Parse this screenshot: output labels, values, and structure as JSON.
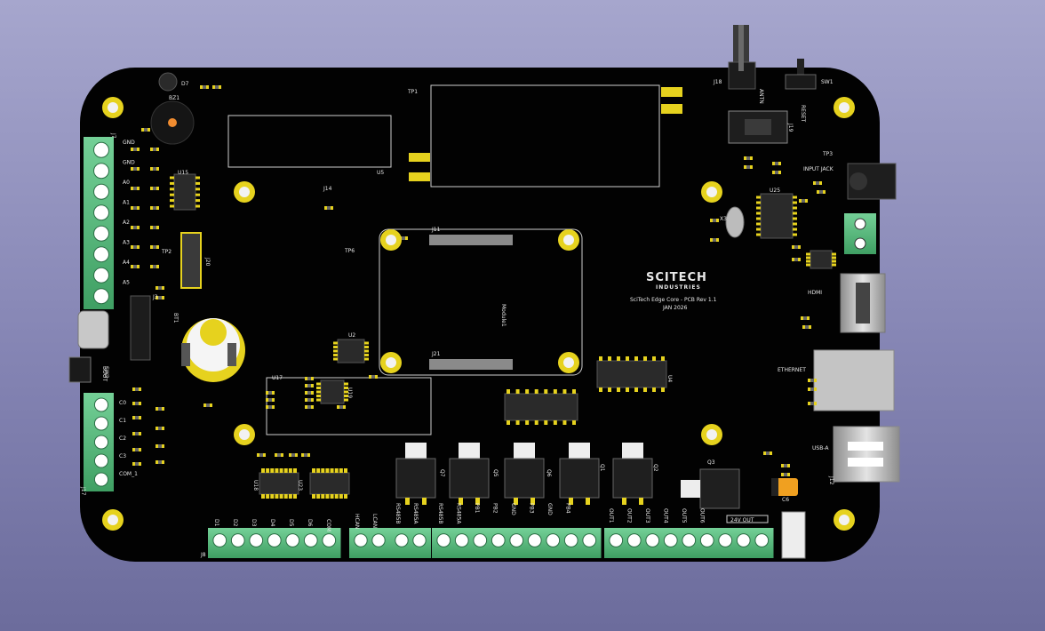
{
  "board": {
    "logo_name": "SCITECH",
    "logo_subtitle": "INDUSTRIES",
    "product_line": "SciTech Edge Core - PCB Rev 1.1",
    "date_line": "JAN 2026",
    "module_label": "Module1"
  },
  "labels": {
    "antenna": "ANTN",
    "reset": "RESET",
    "input_jack": "INPUT JACK",
    "hdmi": "HDMI",
    "ethernet": "ETHERNET",
    "usb_a": "USB-A",
    "boot": "BOOT",
    "out_24v": "24V OUT"
  },
  "references": {
    "J7": "J7",
    "J18": "J18",
    "SW1": "SW1",
    "J19": "J19",
    "TP1": "TP1",
    "TP3": "TP3",
    "U5": "U5",
    "U15": "U15",
    "BZ1": "BZ1",
    "D7": "D7",
    "U25": "U25",
    "J14": "J14",
    "J20": "J20",
    "J11": "J11",
    "J21": "J21",
    "TP2": "TP2",
    "TP6": "TP6",
    "J3": "J3",
    "BT1": "BT1",
    "U2": "U2",
    "U17": "U17",
    "U19": "U19",
    "Q3": "Q3",
    "Q7": "Q7",
    "Q5": "Q5",
    "Q6": "Q6",
    "Q1": "Q1",
    "Q2": "Q2",
    "U18": "U18",
    "U23": "U23",
    "J8": "J8",
    "J17": "J17",
    "J12": "J12",
    "C6": "C6",
    "X3": "X3",
    "SW2": "SW2",
    "U4": "U4"
  },
  "terminals": {
    "j7_pins": [
      "GND",
      "GND",
      "A0",
      "A1",
      "A2",
      "A3",
      "A4",
      "A5"
    ],
    "j17_pins": [
      "C0",
      "C1",
      "C2",
      "C3",
      "COM_1"
    ],
    "j8_pins": [
      "D1",
      "D2",
      "D3",
      "D4",
      "D5",
      "D6",
      "COM"
    ],
    "can_pins": [
      "HCAN",
      "LCAN"
    ],
    "rs485_pins": [
      "RS485B",
      "RS485A"
    ],
    "power_pins": [
      "RS485B",
      "RS485A",
      "PB1",
      "PB2",
      "GND",
      "PB3",
      "GND",
      "PB4"
    ],
    "out_pins": [
      "OUT1",
      "OUT2",
      "OUT3",
      "OUT4",
      "OUT5",
      "OUT6"
    ]
  },
  "colors": {
    "background_top": "#a6a6cd",
    "board": "#000000",
    "terminal": "#5fc285",
    "pad": "#e6d21e",
    "silkscreen": "#e8e8e8",
    "ic": "#2a2a2a"
  }
}
